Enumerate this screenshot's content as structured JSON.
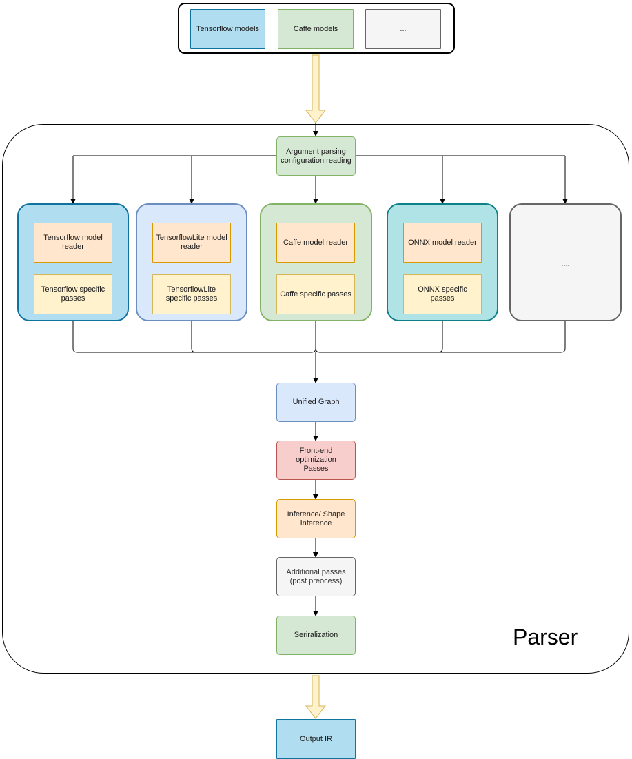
{
  "sources": {
    "tensorflow": "Tensorflow models",
    "caffe": "Caffe models",
    "more": "..."
  },
  "argument_parsing": "Argument parsing configuration reading",
  "frontends": [
    {
      "reader": "Tensorflow model reader",
      "passes": "Tensorflow specific passes"
    },
    {
      "reader": "TensorflowLite model reader",
      "passes": "TensorflowLite specific passes"
    },
    {
      "reader": "Caffe model reader",
      "passes": "Caffe specific passes"
    },
    {
      "reader": "ONNX model reader",
      "passes": "ONNX specific passes"
    }
  ],
  "more_frontends": "....",
  "pipeline": {
    "unified_graph": "Unified Graph",
    "frontend_optimization": "Front-end optimization Passes",
    "inference": "Inference/ Shape Inference",
    "additional_passes": "Additional passes (post preocess)",
    "serialization": "Seriralization"
  },
  "parser_label": "Parser",
  "output": "Output IR",
  "colors": {
    "blue": "#b1ddf0",
    "green": "#d5e8d4",
    "grey": "#f5f5f5",
    "light_blue": "#dae8fc",
    "teal": "#b0e3e6",
    "red": "#f8cecc",
    "orange": "#ffe6cc",
    "yellow": "#fff2cc",
    "big_arrow": "#fff2cc"
  }
}
